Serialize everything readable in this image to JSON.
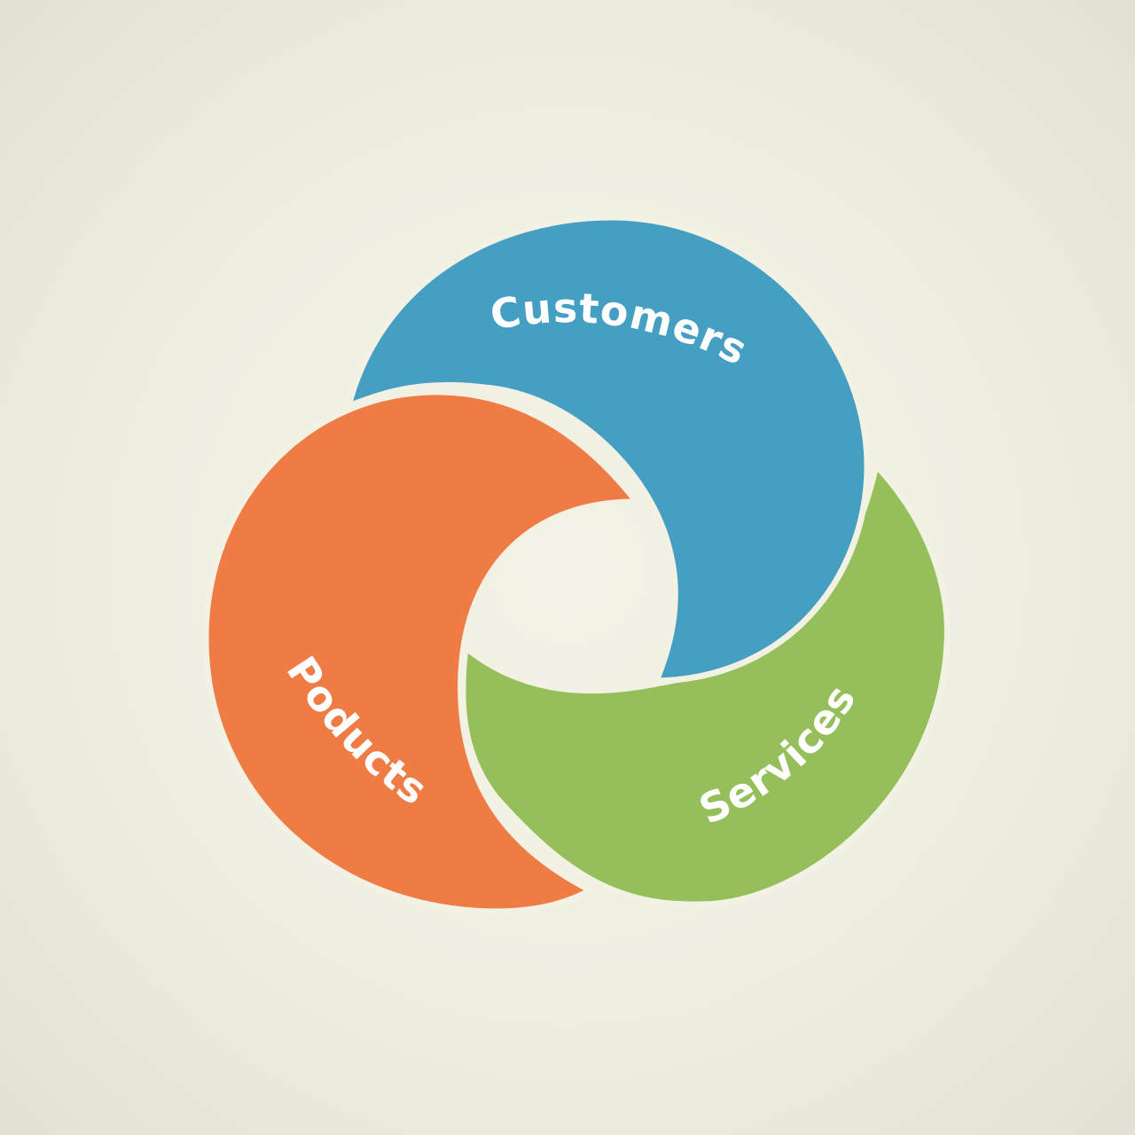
{
  "diagram": {
    "segments": [
      {
        "id": "customers",
        "label": "Customers",
        "color": "#449fc3"
      },
      {
        "id": "products",
        "label": "Poducts",
        "color": "#ef7b45"
      },
      {
        "id": "services",
        "label": "Services",
        "color": "#94bf5a"
      }
    ],
    "background_color": "#f2f1e6"
  }
}
